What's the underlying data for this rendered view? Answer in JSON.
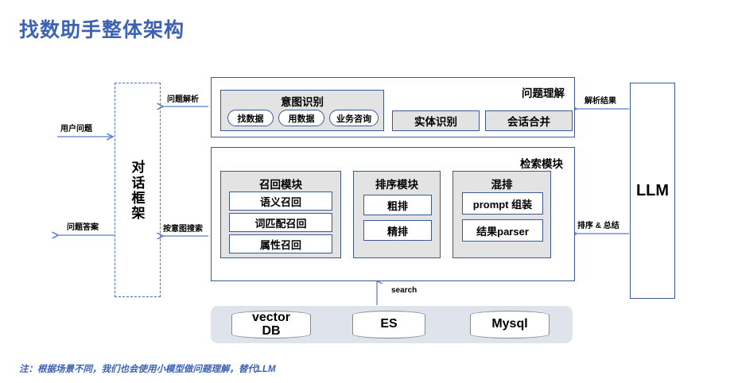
{
  "page": {
    "title": "找数助手整体架构",
    "footer_note": "注：根据场景不同，我们也会使用小模型做问题理解，替代LLM",
    "accent_color": "#3b62b5",
    "border_color": "#3d5a96",
    "group_fill": "#e3e3e3",
    "db_strip_fill": "#dfe3ec",
    "arrow_color": "#5b7fcb"
  },
  "dialog_frame": {
    "label": "对话框架",
    "chars": [
      "对",
      "话",
      "框",
      "架"
    ]
  },
  "llm": {
    "label": "LLM"
  },
  "question_understanding": {
    "title": "问题理解",
    "intent": {
      "title": "意图识别",
      "chips": [
        {
          "label": "找数据"
        },
        {
          "label": "用数据"
        },
        {
          "label": "业务咨询"
        }
      ]
    },
    "boxes": [
      {
        "label": "实体识别"
      },
      {
        "label": "会话合并"
      }
    ]
  },
  "retrieval": {
    "title": "检索模块",
    "columns": [
      {
        "title": "召回模块",
        "items": [
          {
            "label": "语义召回"
          },
          {
            "label": "词匹配召回"
          },
          {
            "label": "属性召回"
          }
        ]
      },
      {
        "title": "排序模块",
        "items": [
          {
            "label": "粗排"
          },
          {
            "label": "精排"
          }
        ]
      },
      {
        "title": "混排",
        "items": [
          {
            "label": "prompt 组装"
          },
          {
            "label": "结果parser"
          }
        ]
      }
    ]
  },
  "datastores": [
    {
      "label": "vector DB",
      "line1": "vector",
      "line2": "DB"
    },
    {
      "label": "ES",
      "line1": "ES",
      "line2": ""
    },
    {
      "label": "Mysql",
      "line1": "Mysql",
      "line2": ""
    }
  ],
  "arrows": [
    {
      "id": "user-question",
      "label": "用户问题"
    },
    {
      "id": "question-answer",
      "label": "问题答案"
    },
    {
      "id": "question-parse",
      "label": "问题解析"
    },
    {
      "id": "intent-search",
      "label": "按意图搜索"
    },
    {
      "id": "parse-result",
      "label": "解析结果"
    },
    {
      "id": "rank-summary",
      "label": "排序 & 总结"
    },
    {
      "id": "search",
      "label": "search"
    }
  ]
}
